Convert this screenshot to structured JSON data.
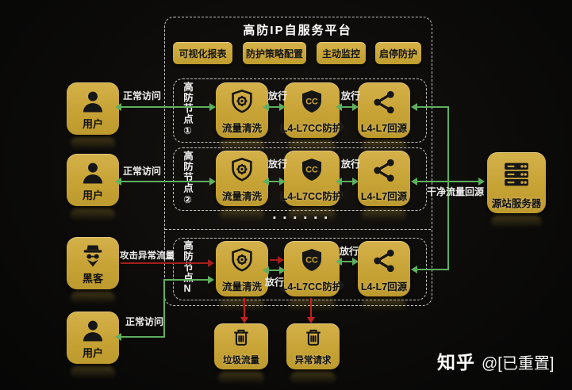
{
  "colors": {
    "gold": "#c9a63a",
    "green_flow": "#5fae5f",
    "red_flow": "#a81d1d",
    "dashed_border": "#c2c2c2",
    "background": "#0a0a0a"
  },
  "platform": {
    "title": "高防IP自服务平台",
    "buttons": [
      {
        "label": "可视化报表"
      },
      {
        "label": "防护策略配置"
      },
      {
        "label": "主动监控"
      },
      {
        "label": "启停防护"
      }
    ]
  },
  "actors": [
    {
      "label": "用户",
      "flow_label": "正常访问"
    },
    {
      "label": "用户",
      "flow_label": "正常访问"
    },
    {
      "label": "黑客",
      "flow_label": "攻击异常流量"
    },
    {
      "label": "用户",
      "flow_label": "正常访问"
    }
  ],
  "defense_rows": [
    {
      "node_label": "高防节点①",
      "stage1": "流量清洗",
      "stage2": "L4-L7CC防护",
      "stage3": "L4-L7回源",
      "pass_label_1": "放行",
      "pass_label_2": "放行"
    },
    {
      "node_label": "高防节点②",
      "stage1": "流量清洗",
      "stage2": "L4-L7CC防护",
      "stage3": "L4-L7回源",
      "pass_label_1": "放行",
      "pass_label_2": "放行"
    },
    {
      "node_label": "高防节点N",
      "stage1": "流量清洗",
      "stage2": "L4-L7CC防护",
      "stage3": "L4-L7回源",
      "pass_label_1": "放行",
      "pass_label_2": "放行"
    }
  ],
  "ellipsis": "▪ ▪ ▪ ▪ ▪ ▪",
  "origin_server": {
    "label": "源站服务器",
    "flow_label": "干净流量回源"
  },
  "sinks": [
    {
      "label": "垃圾流量"
    },
    {
      "label": "异常请求"
    }
  ],
  "icons": {
    "cc_label": "CC"
  },
  "watermark": {
    "brand": "知乎",
    "handle": "@[已重置]"
  }
}
